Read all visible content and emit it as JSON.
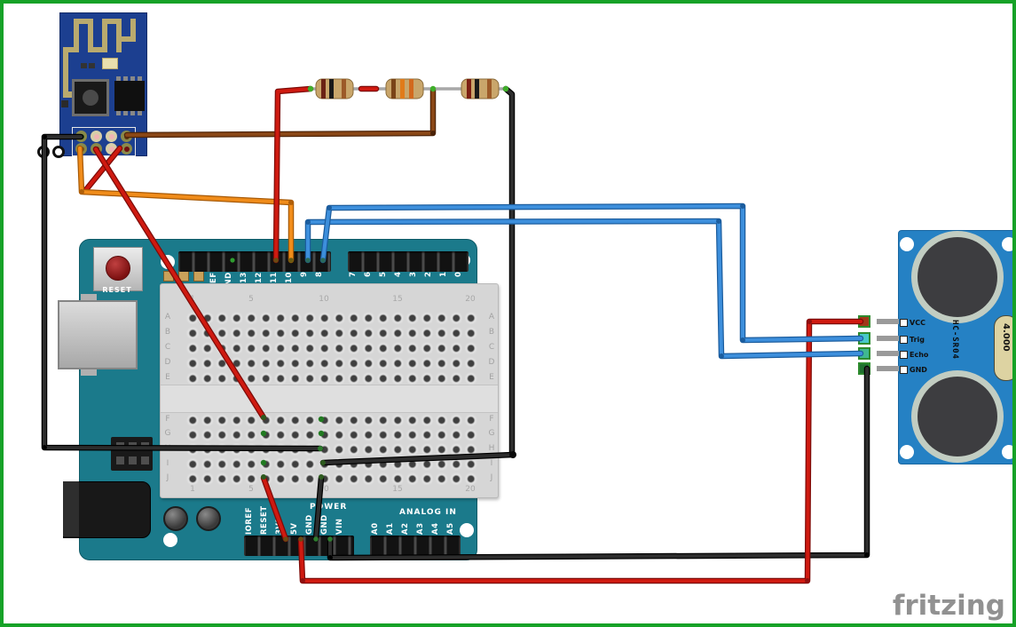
{
  "watermark": "fritzing",
  "arduino": {
    "digital_labels": [
      "REF",
      "GND",
      "13",
      "12",
      "11",
      "10",
      "9",
      "8",
      "7",
      "6",
      "5",
      "4",
      "3",
      "2",
      "1",
      "0"
    ],
    "power_labels": [
      "IOREF",
      "RESET",
      "3V3",
      "5V",
      "GND",
      "GND",
      "VIN"
    ],
    "analog_labels": [
      "A0",
      "A1",
      "A2",
      "A3",
      "A4",
      "A5"
    ],
    "power_group": "POWER",
    "analog_group": "ANALOG IN",
    "reset_label": "RESET"
  },
  "breadboard": {
    "row_letters": [
      "A",
      "B",
      "C",
      "D",
      "E",
      "F",
      "G",
      "H",
      "I",
      "J"
    ],
    "column_numbers": [
      "1",
      "5",
      "10",
      "15",
      "20"
    ]
  },
  "ultrasonic": {
    "pin_labels": [
      "VCC",
      "Trig",
      "Echo",
      "GND"
    ],
    "model": "HC-SR04",
    "crystal": "4.000"
  },
  "colors": {
    "frame_green": "#16a227",
    "arduino_teal": "#1b7a8b",
    "esp_blue": "#1c3f90",
    "sensor_blue": "#2581c4",
    "wire_black": "#2d2d2d",
    "wire_red": "#cf1a10",
    "wire_orange": "#f08c1a",
    "wire_brown": "#8a4716",
    "wire_blue": "#3d8fdc"
  },
  "connections": [
    {
      "from": "ESP8266 top-left pin",
      "to": "breadboard H10",
      "color": "black"
    },
    {
      "from": "ESP8266 top-right pin",
      "to": "resistor junction R2-R3",
      "color": "brown"
    },
    {
      "from": "ESP8266 bottom-left pin",
      "to": "Arduino D10",
      "color": "orange"
    },
    {
      "from": "ESP8266 bottom pin 2",
      "to": "breadboard F6",
      "color": "red"
    },
    {
      "from": "ESP8266 bottom-right pin",
      "to": "bend near orange wire",
      "color": "red"
    },
    {
      "from": "Arduino D11",
      "to": "resistor R1",
      "color": "red"
    },
    {
      "from": "resistor R1",
      "to": "resistor R2",
      "color": "red"
    },
    {
      "from": "resistor R3",
      "to": "breadboard I10",
      "color": "black"
    },
    {
      "from": "breadboard J6",
      "to": "Arduino 3V3",
      "color": "red"
    },
    {
      "from": "breadboard J10",
      "to": "Arduino GND",
      "color": "black"
    },
    {
      "from": "Arduino 5V",
      "to": "HC-SR04 VCC",
      "color": "red"
    },
    {
      "from": "Arduino GND",
      "to": "HC-SR04 GND",
      "color": "black"
    },
    {
      "from": "Arduino D8",
      "to": "HC-SR04 Trig",
      "color": "blue"
    },
    {
      "from": "Arduino D9",
      "to": "HC-SR04 Echo",
      "color": "blue"
    }
  ]
}
